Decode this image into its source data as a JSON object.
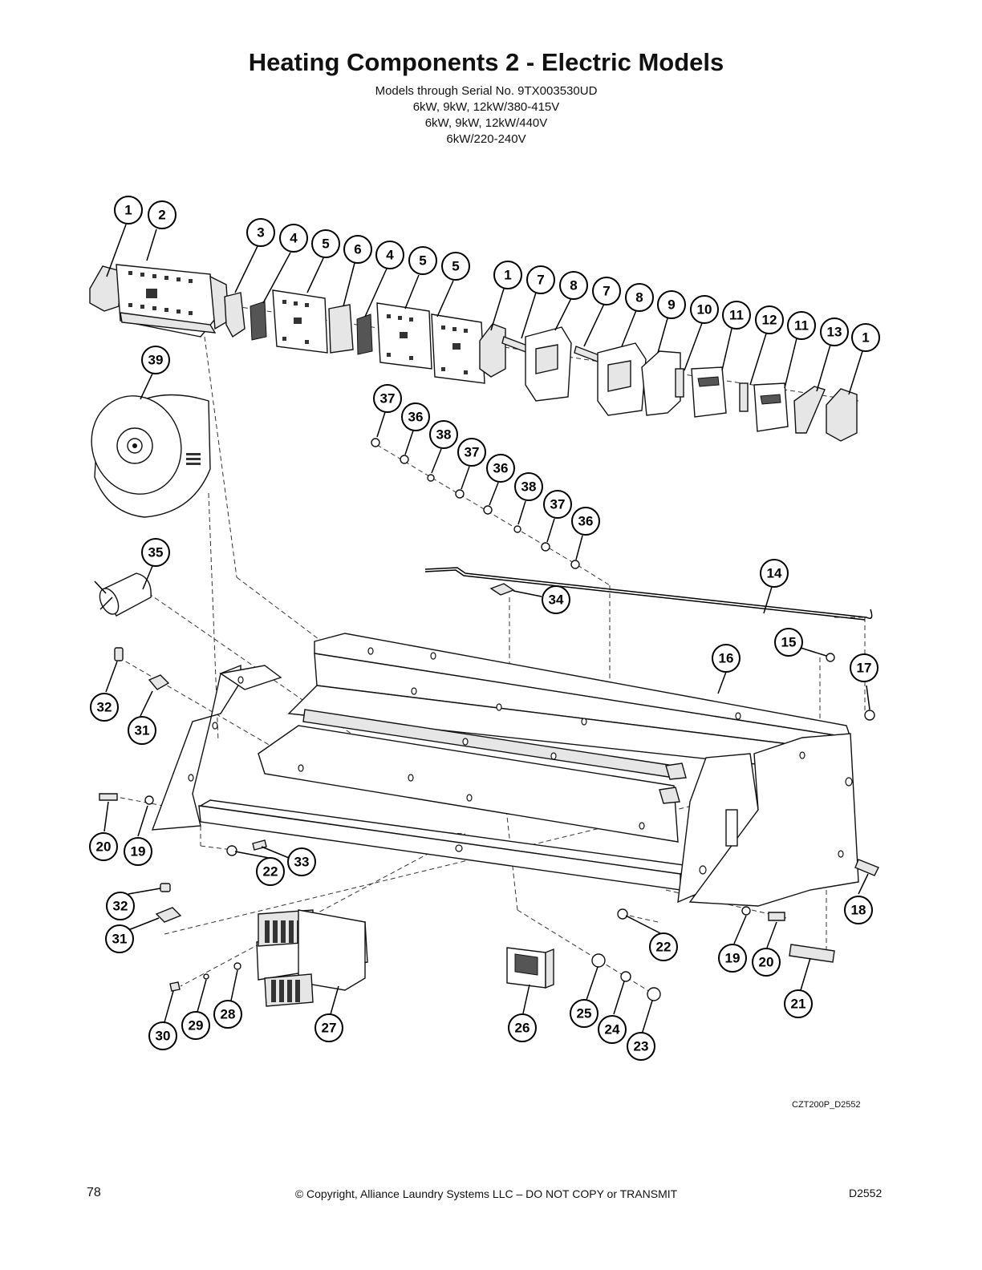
{
  "title": "Heating Components 2 - Electric Models",
  "subtitles": [
    "Models through Serial No. 9TX003530UD",
    "6kW, 9kW, 12kW/380-415V",
    "6kW, 9kW, 12kW/440V",
    "6kW/220-240V"
  ],
  "callouts": [
    "1",
    "2",
    "3",
    "4",
    "5",
    "6",
    "4",
    "5",
    "5",
    "1",
    "7",
    "8",
    "7",
    "8",
    "9",
    "10",
    "11",
    "12",
    "11",
    "13",
    "1",
    "39",
    "37",
    "36",
    "38",
    "37",
    "36",
    "38",
    "37",
    "36",
    "35",
    "14",
    "34",
    "15",
    "17",
    "16",
    "32",
    "31",
    "20",
    "19",
    "22",
    "33",
    "32",
    "31",
    "18",
    "22",
    "19",
    "20",
    "21",
    "25",
    "24",
    "23",
    "26",
    "27",
    "28",
    "29",
    "30"
  ],
  "drawing_id": "CZT200P_D2552",
  "footer": {
    "page_number": "78",
    "copyright": "© Copyright, Alliance Laundry Systems LLC – DO NOT COPY or TRANSMIT",
    "doc_code": "D2552"
  }
}
